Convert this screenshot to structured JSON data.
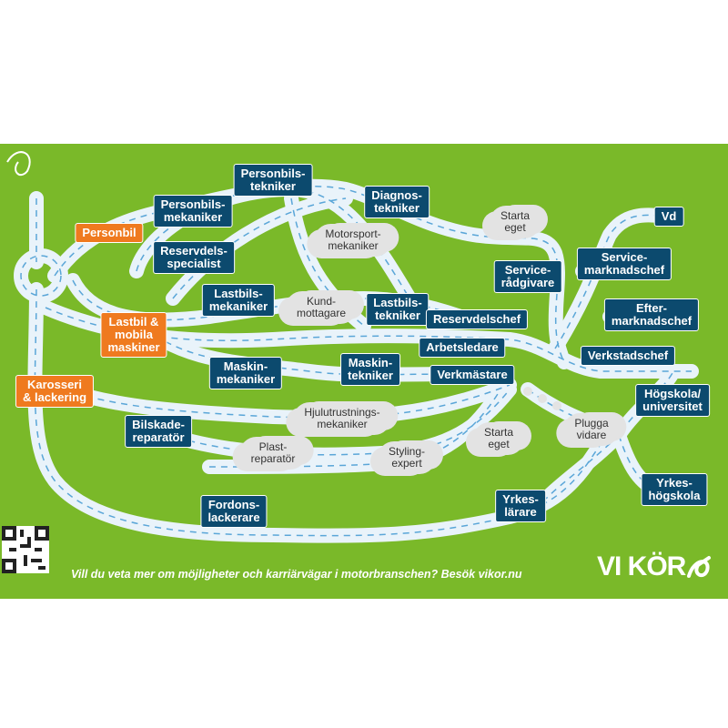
{
  "colors": {
    "background": "#7ab929",
    "road": "#e9f3fa",
    "road_dash": "#5aa6d8",
    "job_box": "#0c4a6e",
    "entry_box": "#ef7a1f",
    "cloud": "#e3e3e3"
  },
  "entry_points": {
    "personbil": "Personbil",
    "lastbil": "Lastbil &\nmobila\nmaskiner",
    "karosseri": "Karosseri\n& lackering"
  },
  "jobs": {
    "personbilstekniker": "Personbils-\ntekniker",
    "personbilsmekaniker": "Personbils-\nmekaniker",
    "reservdelsspecialist": "Reservdels-\nspecialist",
    "diagnostekniker": "Diagnos-\ntekniker",
    "lastbilsmekaniker": "Lastbils-\nmekaniker",
    "lastbilstekniker": "Lastbils-\ntekniker",
    "maskinmekaniker": "Maskin-\nmekaniker",
    "maskintekniker": "Maskin-\ntekniker",
    "servicer": "Service-\nrådgivare",
    "reservdelschef": "Reservdelschef",
    "arbetsledare": "Arbetsledare",
    "verkmastare": "Verkmästare",
    "bilskadereparator": "Bilskade-\nreparatör",
    "fordonslackerare": "Fordons-\nlackerare",
    "vd": "Vd",
    "servicemarknadschef": "Service-\nmarknadschef",
    "eftermarknadschef": "Efter-\nmarknadschef",
    "verkstadschef": "Verkstadschef",
    "hogskola": "Högskola/\nuniversitet",
    "yrkeslarare": "Yrkes-\nlärare",
    "yrkeshogskola": "Yrkes-\nhögskola"
  },
  "clouds": {
    "starta_eget_1": "Starta\neget",
    "motorsportmekaniker": "Motorsport-\nmekaniker",
    "kundmottagare": "Kund-\nmottagare",
    "hjulutrustningsmekaniker": "Hjulutrustnings-\nmekaniker",
    "plastreparator": "Plast-\nreparatör",
    "stylingexpert": "Styling-\nexpert",
    "starta_eget_2": "Starta\neget",
    "plugga_vidare": "Plugga\nvidare"
  },
  "footer": {
    "text": "Vill du veta mer om möjligheter och karriärvägar i motorbranschen? Besök vikor.nu",
    "logo": "VI KÖR"
  },
  "icons": [
    "roundabout-icon",
    "qr-code-icon",
    "logo-loop-icon"
  ]
}
